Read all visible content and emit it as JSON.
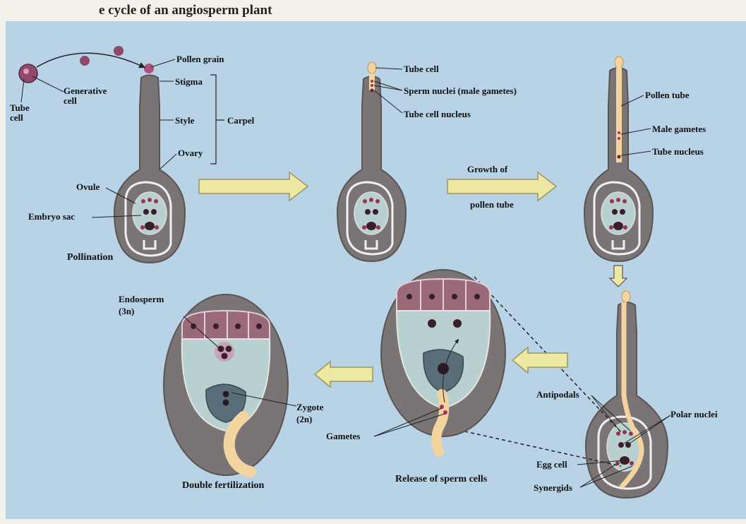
{
  "header": {
    "text": "e cycle of an angiosperm plant"
  },
  "colors": {
    "background": "#b8d3e6",
    "ovary_wall": "#7a7475",
    "embryo_sac": "#b8d0cf",
    "cell": "#9b6a7a",
    "nucleus": "#3a1e2a",
    "pollen_tube": "#f3d49e",
    "arrow_fill": "#eee9a2"
  },
  "stage1": {
    "pollen_grain": "Pollen grain",
    "generative_cell": "Generative\ncell",
    "tube_cell": "Tube\ncell",
    "stigma": "Stigma",
    "style": "Style",
    "carpel": "Carpel",
    "ovary": "Ovary",
    "ovule": "Ovule",
    "embryo_sac": "Embryo sac",
    "caption": "Pollination"
  },
  "stage2": {
    "tube_cell": "Tube cell",
    "sperm_nuclei": "Sperm nuclei (male gametes)",
    "tube_cell_nucleus": "Tube cell nucleus"
  },
  "arrow_label": {
    "line1": "Growth of",
    "line2": "pollen tube"
  },
  "stage3": {
    "pollen_tube": "Pollen tube",
    "male_gametes": "Male gametes",
    "tube_nucleus": "Tube nucleus"
  },
  "stage4": {
    "antipodals": "Antipodals",
    "polar_nuclei": "Polar nuclei",
    "egg_cell": "Egg cell",
    "synergids": "Synergids"
  },
  "stage5": {
    "gametes": "Gametes",
    "caption": "Release of sperm cells"
  },
  "stage6": {
    "endosperm": "Endosperm\n(3n)",
    "zygote": "Zygote\n(2n)",
    "caption": "Double fertilization"
  }
}
